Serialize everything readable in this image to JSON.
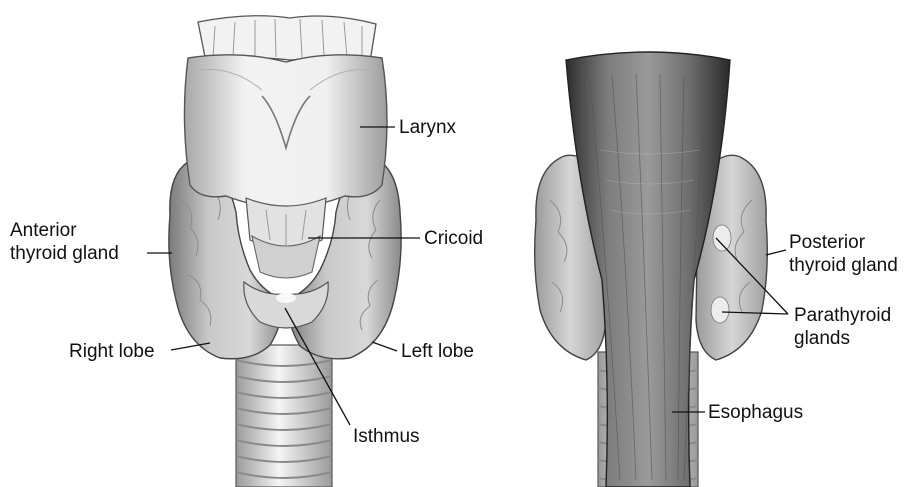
{
  "labels": {
    "larynx": "Larynx",
    "cricoid": "Cricoid",
    "anterior_thyroid_gland": "Anterior\nthyroid gland",
    "right_lobe": "Right lobe",
    "left_lobe": "Left lobe",
    "isthmus": "Isthmus",
    "posterior_thyroid_gland": "Posterior\nthyroid gland",
    "parathyroid_glands": "Parathyroid\nglands",
    "esophagus": "Esophagus"
  }
}
